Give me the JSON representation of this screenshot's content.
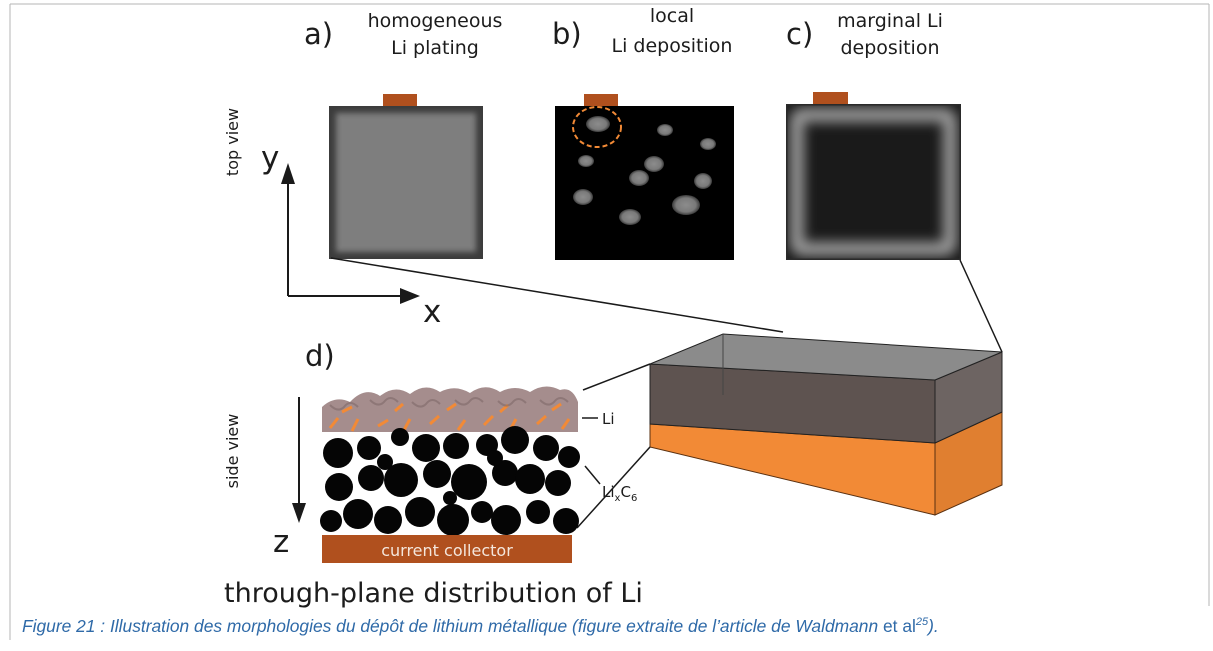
{
  "panels": {
    "a": {
      "letter": "a)",
      "line1": "homogeneous",
      "line2": "Li plating"
    },
    "b": {
      "letter": "b)",
      "line1": "local",
      "line2": "Li deposition"
    },
    "c": {
      "letter": "c)",
      "line1": "marginal Li",
      "line2": "deposition"
    },
    "d": {
      "letter": "d)"
    }
  },
  "axes": {
    "top_view": "top view",
    "side_view": "side view",
    "x": "x",
    "y": "y",
    "z": "z"
  },
  "side_labels": {
    "li": "Li",
    "lixc6_base": "Li",
    "lixc6_sub_x": "x",
    "lixc6_mid": "C",
    "lixc6_sub_6": "6",
    "collector": "current collector"
  },
  "bottom_title": "through-plane distribution of Li",
  "caption": {
    "part1": "Figure 21 : Illustration des morphologies du dépôt de lithium métallique (figure extraite de l’article de Waldmann ",
    "part2": "et al",
    "ref": "25",
    "part3": ")."
  },
  "colors": {
    "tab": "#b0501e",
    "orange": "#f28a36",
    "gray_fill": "#7e7e7e",
    "caption": "#2f6aa8"
  }
}
